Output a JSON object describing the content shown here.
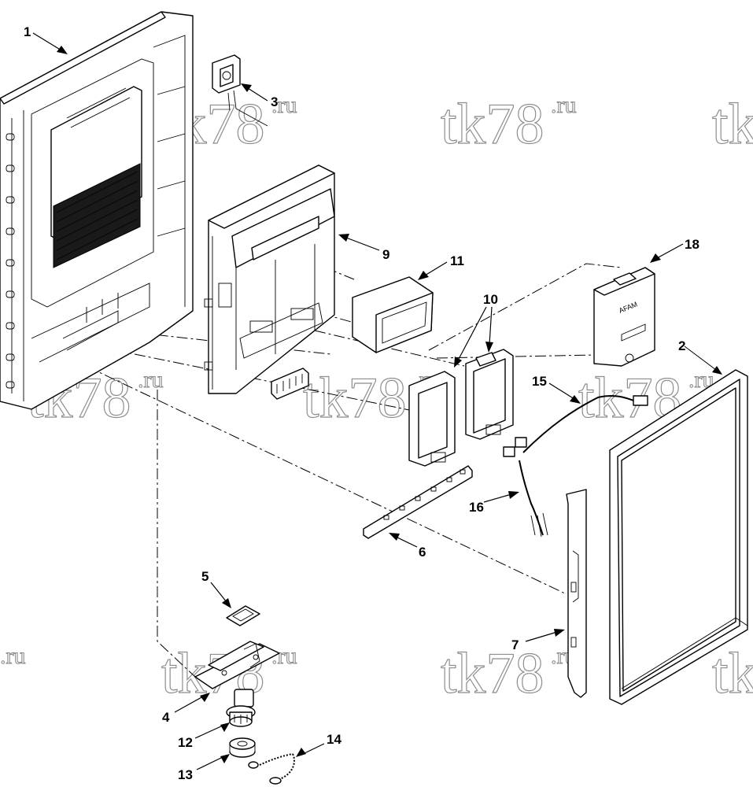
{
  "watermark": {
    "main": "tk78",
    "suffix": ".ru"
  },
  "callouts": {
    "c1": "1",
    "c2": "2",
    "c3": "3",
    "c4": "4",
    "c5": "5",
    "c6": "6",
    "c7": "7",
    "c9": "9",
    "c10": "10",
    "c11": "11",
    "c12": "12",
    "c13": "13",
    "c14": "14",
    "c15": "15",
    "c16": "16",
    "c18": "18"
  },
  "part_labels": {
    "module_text": "AFAM"
  }
}
